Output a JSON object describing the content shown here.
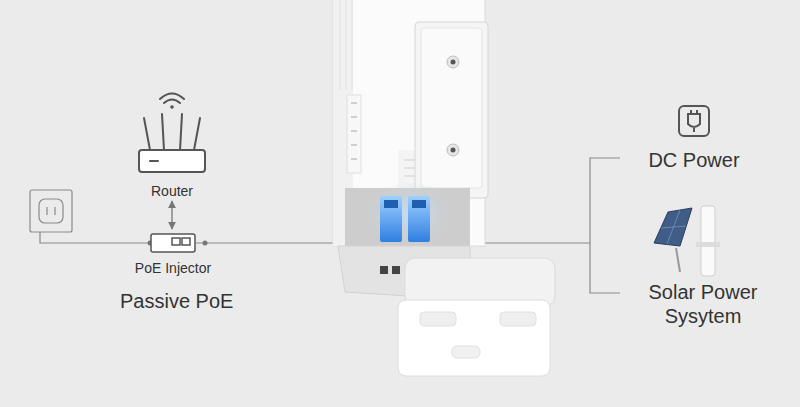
{
  "diagram": {
    "nodes": [
      {
        "text": [
          "Router"
        ]
      },
      {
        "text": [
          "PoE Injector"
        ]
      },
      {
        "text": [
          "DC Power"
        ]
      },
      {
        "text": [
          "Solar Power Sysytem"
        ]
      }
    ],
    "edges": [
      {
        "from": 0,
        "to": 1,
        "arrow": "both"
      }
    ],
    "labels": [
      "Passive PoE"
    ]
  }
}
